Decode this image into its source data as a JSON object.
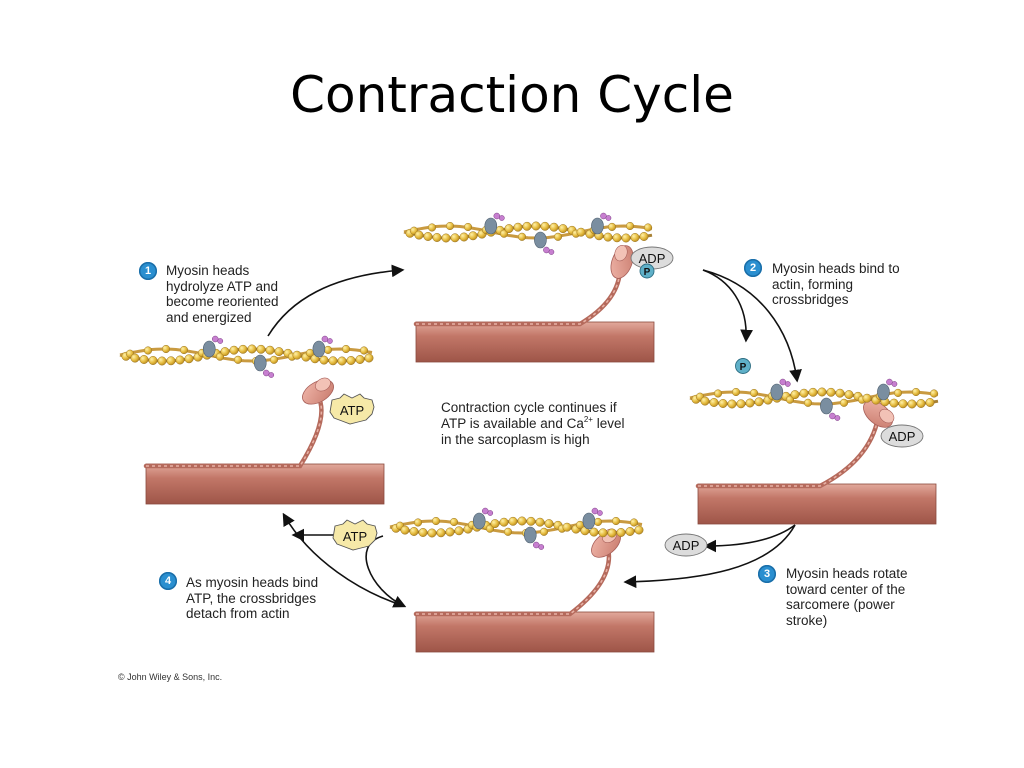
{
  "slide": {
    "title": "Contraction Cycle"
  },
  "steps": [
    {
      "number": "1",
      "lines": [
        "Myosin heads",
        "hydrolyze ATP and",
        "become reoriented",
        "and energized"
      ]
    },
    {
      "number": "2",
      "lines": [
        "Myosin heads bind to",
        "actin, forming",
        "crossbridges"
      ]
    },
    {
      "number": "3",
      "lines": [
        "Myosin heads rotate",
        "toward center of the",
        "sarcomere (power",
        "stroke)"
      ]
    },
    {
      "number": "4",
      "lines": [
        "As myosin heads bind",
        "ATP, the crossbridges",
        "detach from actin"
      ]
    }
  ],
  "center_note": {
    "line1": "Contraction cycle continues if",
    "line2_pre": "ATP is available and Ca",
    "line2_sup": "2+",
    "line2_post": " level",
    "line3": "in the sarcoplasm is high"
  },
  "molecules": {
    "atp": "ATP",
    "adp": "ADP",
    "phosphate": "P"
  },
  "copyright": "© John Wiley & Sons, Inc.",
  "colors": {
    "muscle": "#c27768",
    "muscle_dark": "#a85a4d",
    "actin_bead": "#e8c24a",
    "actin_strand": "#b88a3c",
    "myosin_head": "#d9958a",
    "tropomyosin": "#7a8ea0",
    "troponin": "#b85fc0",
    "badge": "#2a8fd0",
    "arrow": "#111111"
  }
}
